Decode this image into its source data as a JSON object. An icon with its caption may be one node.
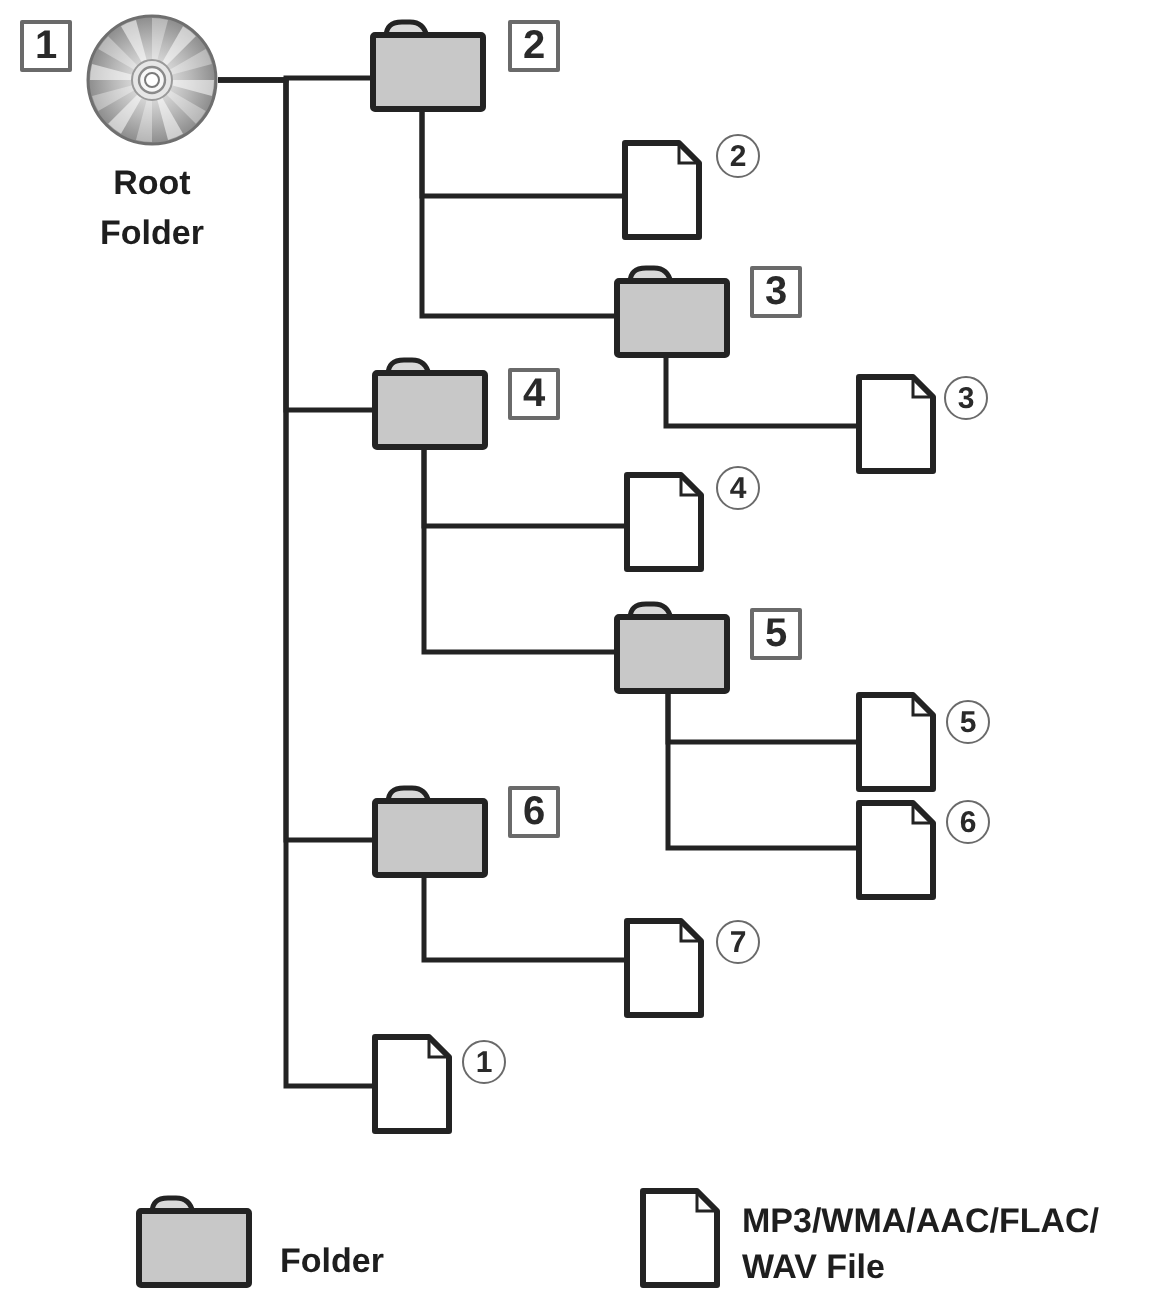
{
  "diagram": {
    "nodes": [
      {
        "text": [
          "Root Folder"
        ],
        "beside": [
          "1"
        ]
      },
      {
        "text": [],
        "shape": "folder",
        "beside": [
          "2"
        ]
      },
      {
        "text": [],
        "shape": "file",
        "beside": [
          "2"
        ]
      },
      {
        "text": [],
        "shape": "folder",
        "beside": [
          "3"
        ]
      },
      {
        "text": [],
        "shape": "file",
        "beside": [
          "3"
        ]
      },
      {
        "text": [],
        "shape": "folder",
        "beside": [
          "4"
        ]
      },
      {
        "text": [],
        "shape": "file",
        "beside": [
          "4"
        ]
      },
      {
        "text": [],
        "shape": "folder",
        "beside": [
          "5"
        ]
      },
      {
        "text": [],
        "shape": "file",
        "beside": [
          "5"
        ]
      },
      {
        "text": [],
        "shape": "file",
        "beside": [
          "6"
        ]
      },
      {
        "text": [],
        "shape": "folder",
        "beside": [
          "6"
        ]
      },
      {
        "text": [],
        "shape": "file",
        "beside": [
          "7"
        ]
      },
      {
        "text": [],
        "shape": "file",
        "beside": [
          "1"
        ]
      }
    ],
    "edges": [
      {
        "from": 0,
        "to": 1,
        "arrow": "none"
      },
      {
        "from": 0,
        "to": 5,
        "arrow": "none"
      },
      {
        "from": 0,
        "to": 10,
        "arrow": "none"
      },
      {
        "from": 0,
        "to": 12,
        "arrow": "none"
      },
      {
        "from": 1,
        "to": 2,
        "arrow": "none"
      },
      {
        "from": 1,
        "to": 3,
        "arrow": "none"
      },
      {
        "from": 3,
        "to": 4,
        "arrow": "none"
      },
      {
        "from": 5,
        "to": 6,
        "arrow": "none"
      },
      {
        "from": 5,
        "to": 7,
        "arrow": "none"
      },
      {
        "from": 7,
        "to": 8,
        "arrow": "none"
      },
      {
        "from": 7,
        "to": 9,
        "arrow": "none"
      },
      {
        "from": 10,
        "to": 11,
        "arrow": "none"
      }
    ],
    "legend": [
      {
        "text": "Folder"
      },
      {
        "text": "MP3/WMA/AAC/FLAC/ WAV File"
      }
    ]
  }
}
